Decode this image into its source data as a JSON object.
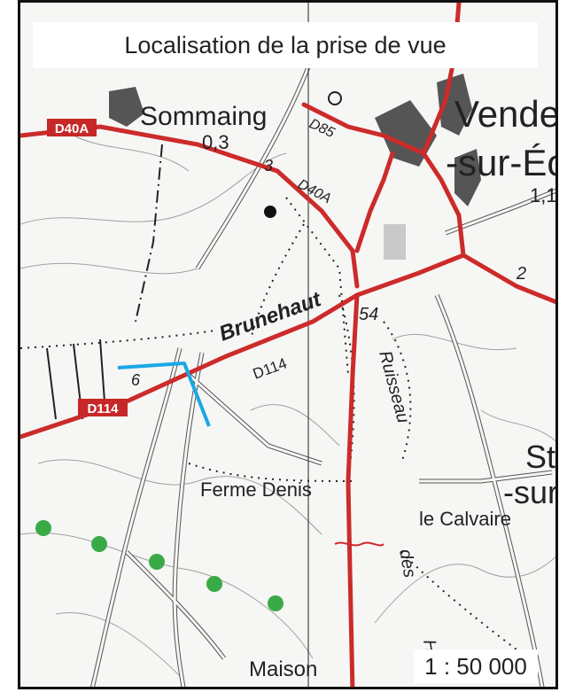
{
  "title": "Localisation de la prise de vue",
  "scale": "1 : 50 000",
  "colors": {
    "road": "#cc2b2b",
    "road_label_bg": "#c62828",
    "town": "#555555",
    "viewpoint": "#1aa7e6",
    "points": "#3aaa46",
    "contour": "#8a8a8a"
  },
  "labels": {
    "sommaing": "Sommaing",
    "sommaing_val": "0,3",
    "vendegies_1": "Vende",
    "vendegies_2": "-sur-Éc",
    "vendegies_val": "1,1",
    "d40a": "D40A",
    "d85": "D85",
    "d40b": "D40A",
    "brunehaut": "Brunehaut",
    "n54": "54",
    "d114": "D114",
    "d114_badge": "D114",
    "ruisseau": "Ruisseau",
    "ferme_denis": "Ferme Denis",
    "le_calvaire": "le Calvaire",
    "des": "des",
    "st": "St-",
    "sur": "-sur",
    "maison": "Maison",
    "num2": "2",
    "num3": "3",
    "num6": "6",
    "he": "He"
  }
}
